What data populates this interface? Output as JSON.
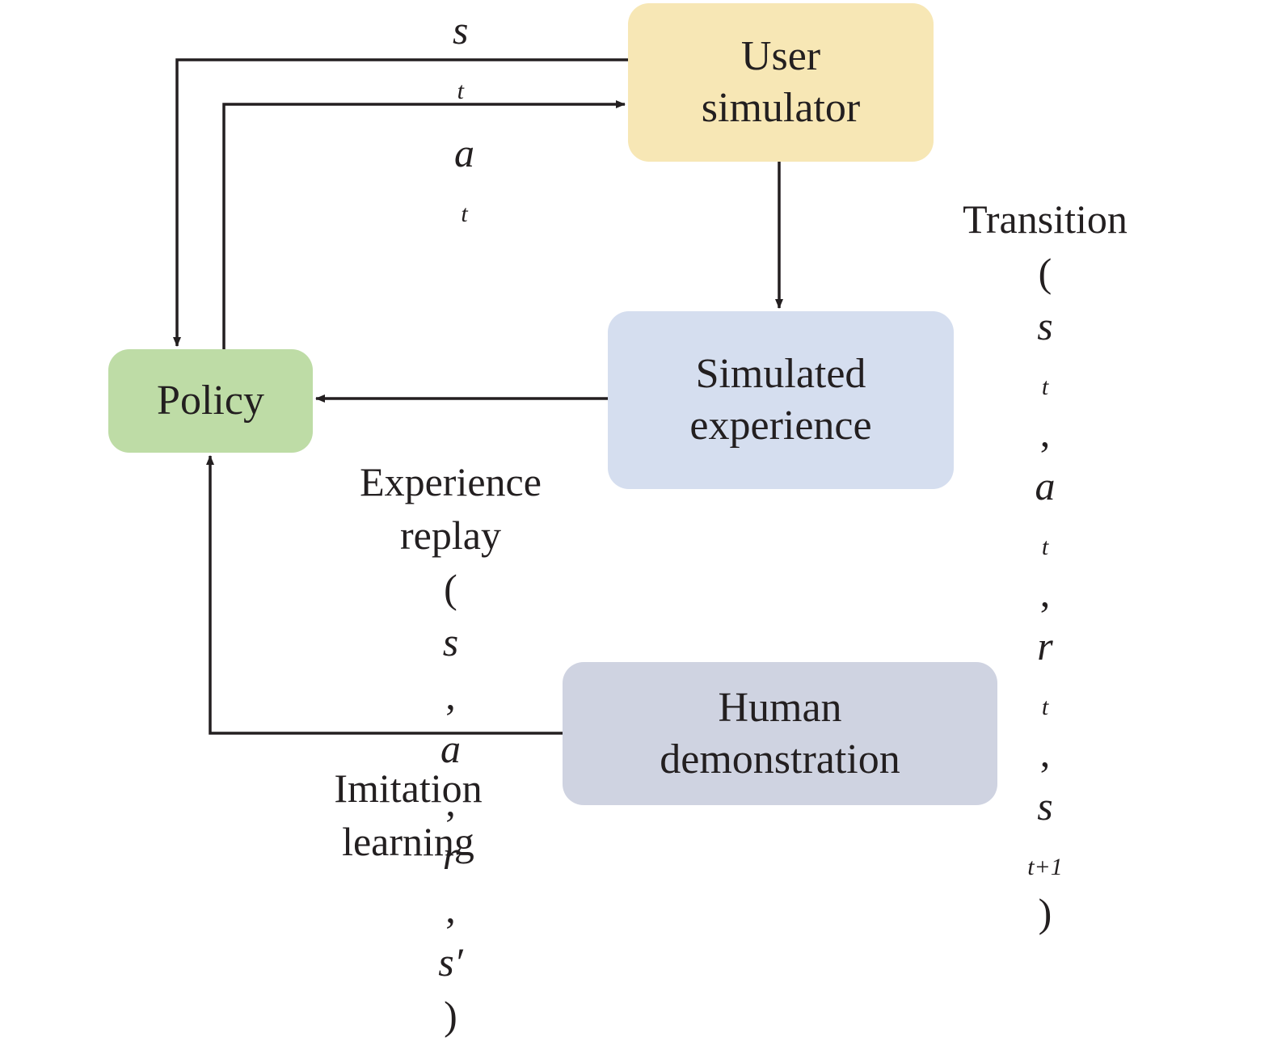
{
  "nodes": {
    "user_simulator": [
      "User",
      "simulator"
    ],
    "simulated_experience": [
      "Simulated",
      "experience"
    ],
    "human_demonstration": [
      "Human",
      "demonstration"
    ],
    "policy": "Policy"
  },
  "edges": {
    "state": {
      "symbol": "s",
      "subscript": "t"
    },
    "action": {
      "symbol": "a",
      "subscript": "t"
    },
    "transition": {
      "title": "Transition",
      "tuple": {
        "open": "(",
        "s": "s",
        "a": "a",
        "r": "r",
        "s_next": "s",
        "t": "t",
        "t_next": "t+1",
        "sep": ", ",
        "close": ")"
      }
    },
    "experience_replay": {
      "lines": [
        "Experience",
        "replay"
      ],
      "tuple": {
        "open": "(",
        "s": "s",
        "a": "a",
        "r": "r",
        "s_prime": "s′",
        "sep": ", ",
        "close": ")"
      }
    },
    "imitation": [
      "Imitation",
      "learning"
    ]
  },
  "colors": {
    "user_simulator": "#f7e7b5",
    "simulated_experience": "#d5deef",
    "human_demonstration": "#cfd3e1",
    "policy": "#bedca6",
    "line": "#231f20"
  }
}
